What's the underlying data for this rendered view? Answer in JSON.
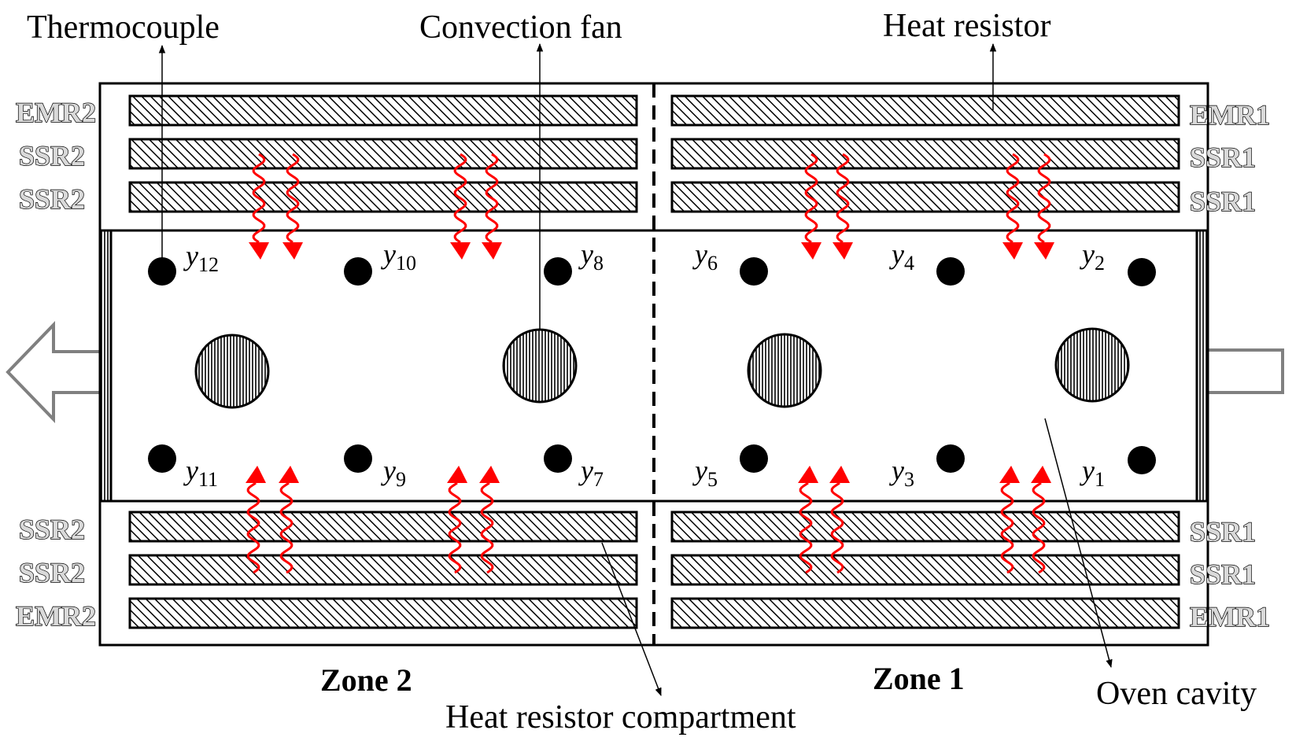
{
  "labels": {
    "thermocouple": "Thermocouple",
    "convection_fan": "Convection fan",
    "heat_resistor": "Heat resistor",
    "oven_cavity": "Oven cavity",
    "heat_resistor_compartment": "Heat resistor compartment",
    "zone2": "Zone 2",
    "zone1": "Zone 1"
  },
  "relays": {
    "left": [
      "EMR2",
      "SSR2",
      "SSR2",
      "SSR2",
      "SSR2",
      "EMR2"
    ],
    "right": [
      "EMR1",
      "SSR1",
      "SSR1",
      "SSR1",
      "SSR1",
      "EMR1"
    ]
  },
  "sensors": {
    "top": [
      {
        "base": "y",
        "sub": "12"
      },
      {
        "base": "y",
        "sub": "10"
      },
      {
        "base": "y",
        "sub": "8"
      },
      {
        "base": "y",
        "sub": "6"
      },
      {
        "base": "y",
        "sub": "4"
      },
      {
        "base": "y",
        "sub": "2"
      }
    ],
    "bottom": [
      {
        "base": "y",
        "sub": "11"
      },
      {
        "base": "y",
        "sub": "9"
      },
      {
        "base": "y",
        "sub": "7"
      },
      {
        "base": "y",
        "sub": "5"
      },
      {
        "base": "y",
        "sub": "3"
      },
      {
        "base": "y",
        "sub": "1"
      }
    ]
  },
  "colors": {
    "heat_wave": "#ff0000",
    "outline": "#000000",
    "flow_arrow": "#808080"
  }
}
